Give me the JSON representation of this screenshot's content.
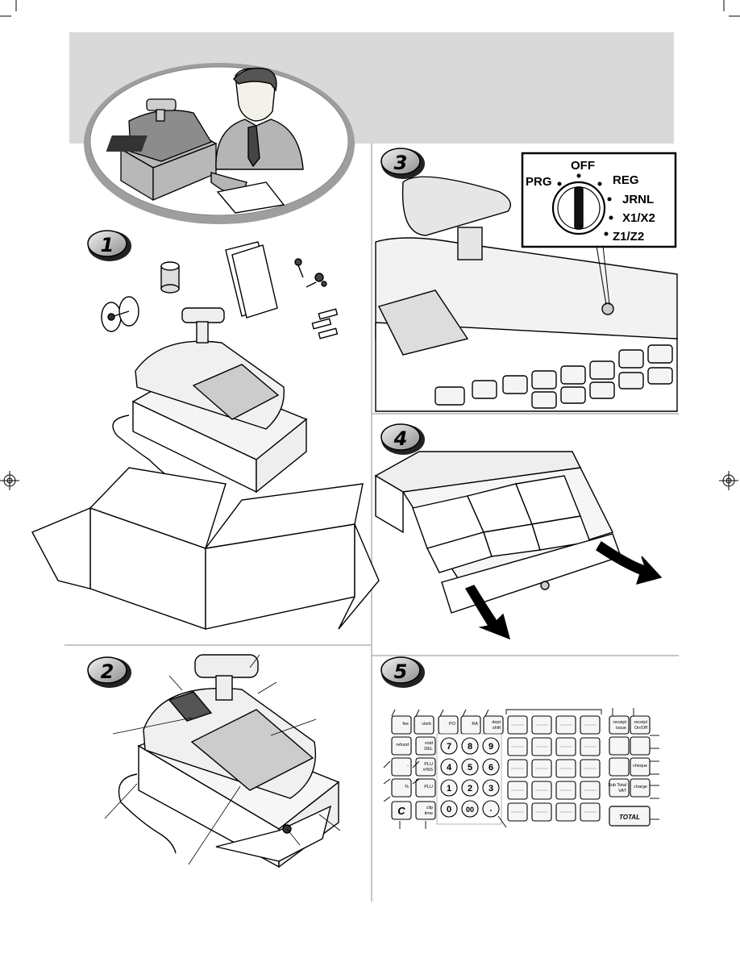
{
  "steps": [
    "1",
    "2",
    "3",
    "4",
    "5"
  ],
  "mode_switch": {
    "positions": [
      "PRG",
      "OFF",
      "REG",
      "JRNL",
      "X1/X2",
      "Z1/Z2"
    ]
  },
  "keyboard": {
    "left_keys": [
      {
        "line1": "fee",
        "line2": ""
      },
      {
        "line1": "clerk",
        "line2": ""
      },
      {
        "line1": "PO",
        "line2": ""
      },
      {
        "line1": "RA",
        "line2": ""
      },
      {
        "line1": "dept",
        "line2": "shift"
      },
      {
        "line1": "refund",
        "line2": ""
      },
      {
        "line1": "void",
        "line2": "DEL"
      },
      {
        "line1": "-",
        "line2": ""
      },
      {
        "line1": "PLU",
        "line2": "#/NS"
      },
      {
        "line1": "%",
        "line2": ""
      },
      {
        "line1": "PLU",
        "line2": ""
      },
      {
        "line1": "C",
        "line2": ""
      },
      {
        "line1": "clip",
        "line2": "time"
      }
    ],
    "numeric": [
      "7",
      "8",
      "9",
      "4",
      "5",
      "6",
      "1",
      "2",
      "3",
      "0",
      "00"
    ],
    "dot_key": ".",
    "right_keys": [
      {
        "line1": "receipt",
        "line2": "issue"
      },
      {
        "line1": "receipt",
        "line2": "On/Off"
      },
      {
        "line1": "",
        "line2": ""
      },
      {
        "line1": "",
        "line2": ""
      },
      {
        "line1": "",
        "line2": ""
      },
      {
        "line1": "cheque",
        "line2": ""
      },
      {
        "line1": "Sub Total",
        "line2": "VAT"
      },
      {
        "line1": "charge",
        "line2": ""
      }
    ],
    "total_label": "TOTAL"
  }
}
